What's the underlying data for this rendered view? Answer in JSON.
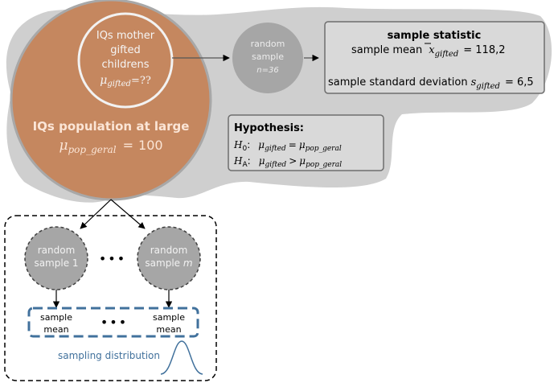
{
  "population": {
    "title": "IQs population at large",
    "mu_symbol": "μ",
    "mu_subscript": "pop_geral",
    "equals": "=",
    "mu_value": "100",
    "fill_color": "#c5875f",
    "text_color": "#fbe5d6"
  },
  "subpopulation": {
    "line1": "IQs mother",
    "line2": "gifted",
    "line3": "childrens",
    "mu_symbol": "μ",
    "mu_subscript": "gifted",
    "mu_rest": "=??"
  },
  "sample_node": {
    "line1": "random",
    "line2": "sample",
    "n_text": "n=36"
  },
  "statistic_box": {
    "title": "sample statistic",
    "mean_label": "sample mean",
    "mean_symbol": "x",
    "mean_subscript": "gifted",
    "mean_value": "= 118,2",
    "sd_label": "sample standard deviation",
    "sd_symbol": "s",
    "sd_subscript": "gifted",
    "sd_value": "= 6,5"
  },
  "hypothesis_box": {
    "title": "Hypothesis:",
    "h0_symbol": "H",
    "h0_subscript": "0",
    "h0_colon": ":",
    "h0_left": "μ",
    "h0_left_sub": "gifted",
    "h0_op": "=",
    "h0_right": "μ",
    "h0_right_sub": "pop_geral",
    "ha_symbol": "H",
    "ha_subscript": "A",
    "ha_colon": ":",
    "ha_left": "μ",
    "ha_left_sub": "gifted",
    "ha_op": ">",
    "ha_right": "μ",
    "ha_right_sub": "pop_geral"
  },
  "sampling": {
    "sample1_line1": "random",
    "sample1_line2": "sample 1",
    "samplem_line1": "random",
    "samplem_line2": "sample ",
    "samplem_m": "m",
    "ellipsis": "•••",
    "mean1_line1": "sample",
    "mean1_line2": "mean",
    "meanm_line1": "sample",
    "meanm_line2": "mean",
    "dist_label": "sampling distribution",
    "dist_color": "#41719c"
  }
}
